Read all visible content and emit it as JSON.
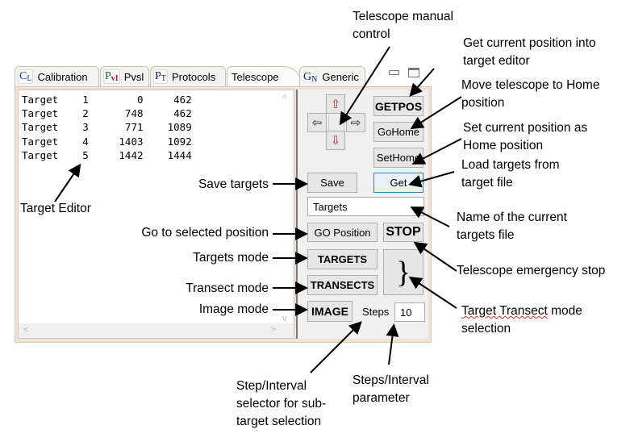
{
  "tabs": [
    {
      "icon": "CL",
      "icon_main": "C",
      "icon_sub": "L",
      "label": "Calibration",
      "active": false
    },
    {
      "icon": "PvI",
      "icon_main": "P",
      "icon_sub": "vI",
      "label": "Pvsl",
      "active": false
    },
    {
      "icon": "PT",
      "icon_main": "P",
      "icon_sub": "T",
      "label": "Protocols",
      "active": false
    },
    {
      "icon": "",
      "label": "Telescope",
      "active": true
    },
    {
      "icon": "GN",
      "icon_main": "G",
      "icon_sub": "N",
      "label": "Generic",
      "active": false
    }
  ],
  "window_controls": {
    "minimize": "minimize-icon",
    "maximize": "maximize-icon"
  },
  "editor": {
    "rows": [
      {
        "name": "Target",
        "index": "1",
        "x": "0",
        "y": "462"
      },
      {
        "name": "Target",
        "index": "2",
        "x": "748",
        "y": "462"
      },
      {
        "name": "Target",
        "index": "3",
        "x": "771",
        "y": "1089"
      },
      {
        "name": "Target",
        "index": "4",
        "x": "1403",
        "y": "1092"
      },
      {
        "name": "Target",
        "index": "5",
        "x": "1442",
        "y": "1444"
      }
    ],
    "scroll_up": "^",
    "scroll_down": "v",
    "scroll_left": "<",
    "scroll_right": ">"
  },
  "controls": {
    "dpad": {
      "up": "⇧",
      "down": "⇩",
      "left": "⇦",
      "right": "⇨"
    },
    "getpos": "GETPOS",
    "gohome": "GoHome",
    "sethome": "SetHome",
    "save": "Save",
    "get": "Get",
    "targets_file": "Targets",
    "go_position": "GO Position",
    "stop": "STOP",
    "targets_mode": "TARGETS",
    "transects_mode": "TRANSECTS",
    "brace": "}",
    "image_mode": "IMAGE",
    "steps_label": "Steps",
    "steps_value": "10"
  },
  "annotations": {
    "manual_control": [
      "Telescope manual",
      "control"
    ],
    "getpos": [
      "Get current position into",
      "target editor"
    ],
    "gohome": [
      "Move telescope to Home",
      "position"
    ],
    "sethome": [
      "Set current position as",
      "Home position"
    ],
    "get": [
      "Load targets from",
      "target file"
    ],
    "filename": [
      "Name of the current",
      "targets file"
    ],
    "stop": "Telescope emergency stop",
    "mode_select_a": "Target  Transect",
    "mode_select_b": " mode",
    "mode_select_2": "selection",
    "save": "Save targets",
    "editor": "Target Editor",
    "go_position": "Go to selected position",
    "targets_mode": "Targets mode",
    "transect_mode": "Transect mode",
    "image_mode": "Image mode",
    "step_selector": [
      "Step/Interval",
      "selector for sub-",
      "target selection"
    ],
    "steps_param": [
      "Steps/Interval",
      "parameter"
    ]
  }
}
